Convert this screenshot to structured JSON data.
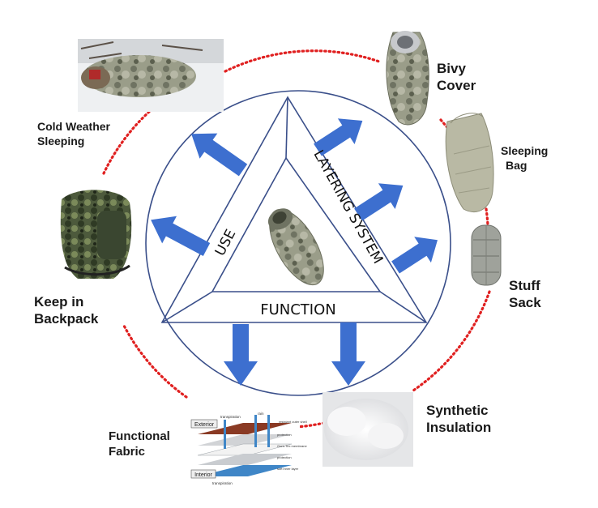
{
  "center": {
    "triangle_labels": {
      "use": "USE",
      "layering_system": "LAYERING SYSTEM",
      "function": "FUNCTION"
    }
  },
  "nodes": [
    {
      "id": "cold-weather-sleeping",
      "label_lines": [
        "Cold Weather",
        "Sleeping"
      ],
      "photo": "soldier-in-sleeping-bag-on-snow"
    },
    {
      "id": "bivy-cover",
      "label_lines": [
        "Bivy",
        "Cover"
      ],
      "photo": "camouflage-bivy-cover"
    },
    {
      "id": "sleeping-bag",
      "label_lines": [
        "Sleeping",
        "Bag"
      ],
      "photo": "sleeping-bag"
    },
    {
      "id": "stuff-sack",
      "label_lines": [
        "Stuff",
        "Sack"
      ],
      "photo": "compression-stuff-sack"
    },
    {
      "id": "synthetic-insulation",
      "label_lines": [
        "Synthetic",
        "Insulation"
      ],
      "photo": "synthetic-fiber-insulation"
    },
    {
      "id": "functional-fabric",
      "label_lines": [
        "Functional",
        "Fabric"
      ],
      "photo": "layered-fabric-diagram"
    },
    {
      "id": "keep-in-backpack",
      "label_lines": [
        "Keep in",
        "Backpack"
      ],
      "photo": "camouflage-backpack"
    }
  ],
  "fabric_diagram": {
    "exterior": "Exterior",
    "interior": "Interior",
    "transpiration_top": "transpiration",
    "transpiration_bottom": "transpiration",
    "rain": "rain",
    "layer_notes": [
      "resistant outer shell",
      "protection",
      "Gore-Tex membrane",
      "protection",
      "soft inner layer"
    ]
  },
  "colors": {
    "arrow": "#3d6fcf",
    "dotted_ring": "#e02020",
    "circle": "#3a4f8a",
    "camo": "#8a8f79"
  }
}
